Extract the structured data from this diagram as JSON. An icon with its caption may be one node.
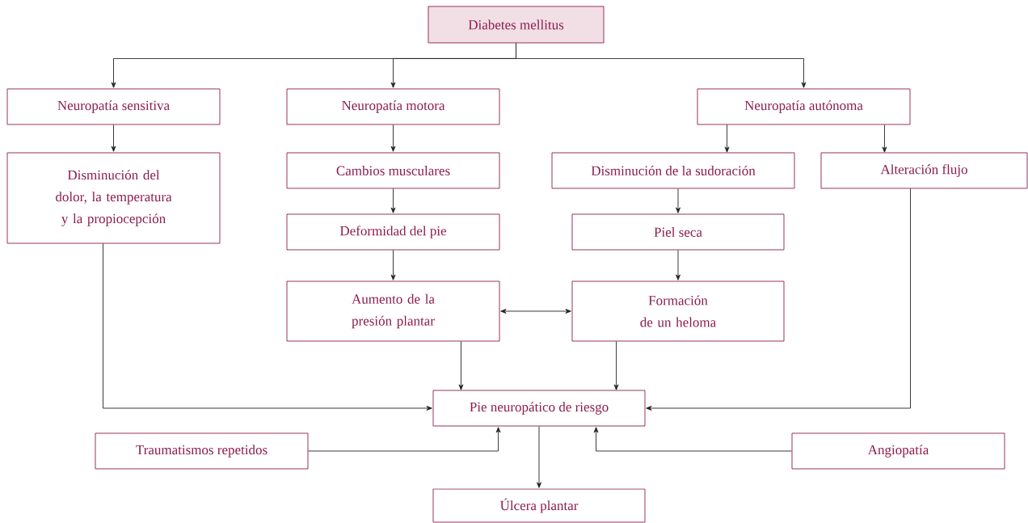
{
  "diagram": {
    "nodes": [
      {
        "text": [
          "Diabetes mellitus"
        ]
      },
      {
        "text": [
          "Neuropatía sensitiva"
        ]
      },
      {
        "text": [
          "Neuropatía motora"
        ]
      },
      {
        "text": [
          "Neuropatía autónoma"
        ]
      },
      {
        "text": [
          "Disminución del dolor, la temperatura y la propiocepción"
        ]
      },
      {
        "text": [
          "Cambios musculares"
        ]
      },
      {
        "text": [
          "Disminución de la sudoración"
        ]
      },
      {
        "text": [
          "Alteración flujo"
        ]
      },
      {
        "text": [
          "Deformidad del pie"
        ]
      },
      {
        "text": [
          "Piel seca"
        ]
      },
      {
        "text": [
          "Aumento de la presión plantar"
        ]
      },
      {
        "text": [
          "Formación de un heloma"
        ]
      },
      {
        "text": [
          "Pie neuropático de riesgo"
        ]
      },
      {
        "text": [
          "Traumatismos repetidos"
        ]
      },
      {
        "text": [
          "Angiopatía"
        ]
      },
      {
        "text": [
          "Úlcera plantar"
        ]
      }
    ],
    "edges": [
      {
        "from": 0,
        "to": 1,
        "arrow": "to"
      },
      {
        "from": 0,
        "to": 2,
        "arrow": "to"
      },
      {
        "from": 0,
        "to": 3,
        "arrow": "to"
      },
      {
        "from": 1,
        "to": 4,
        "arrow": "to"
      },
      {
        "from": 2,
        "to": 5,
        "arrow": "to"
      },
      {
        "from": 3,
        "to": 6,
        "arrow": "to"
      },
      {
        "from": 3,
        "to": 7,
        "arrow": "to"
      },
      {
        "from": 5,
        "to": 8,
        "arrow": "to"
      },
      {
        "from": 6,
        "to": 9,
        "arrow": "to"
      },
      {
        "from": 8,
        "to": 10,
        "arrow": "to"
      },
      {
        "from": 9,
        "to": 11,
        "arrow": "to"
      },
      {
        "from": 10,
        "to": 11,
        "arrow": "both"
      },
      {
        "from": 4,
        "to": 12,
        "arrow": "to"
      },
      {
        "from": 10,
        "to": 12,
        "arrow": "to"
      },
      {
        "from": 11,
        "to": 12,
        "arrow": "to"
      },
      {
        "from": 7,
        "to": 12,
        "arrow": "to"
      },
      {
        "from": 13,
        "to": 12,
        "arrow": "to"
      },
      {
        "from": 14,
        "to": 12,
        "arrow": "to"
      },
      {
        "from": 12,
        "to": 15,
        "arrow": "to"
      }
    ]
  }
}
